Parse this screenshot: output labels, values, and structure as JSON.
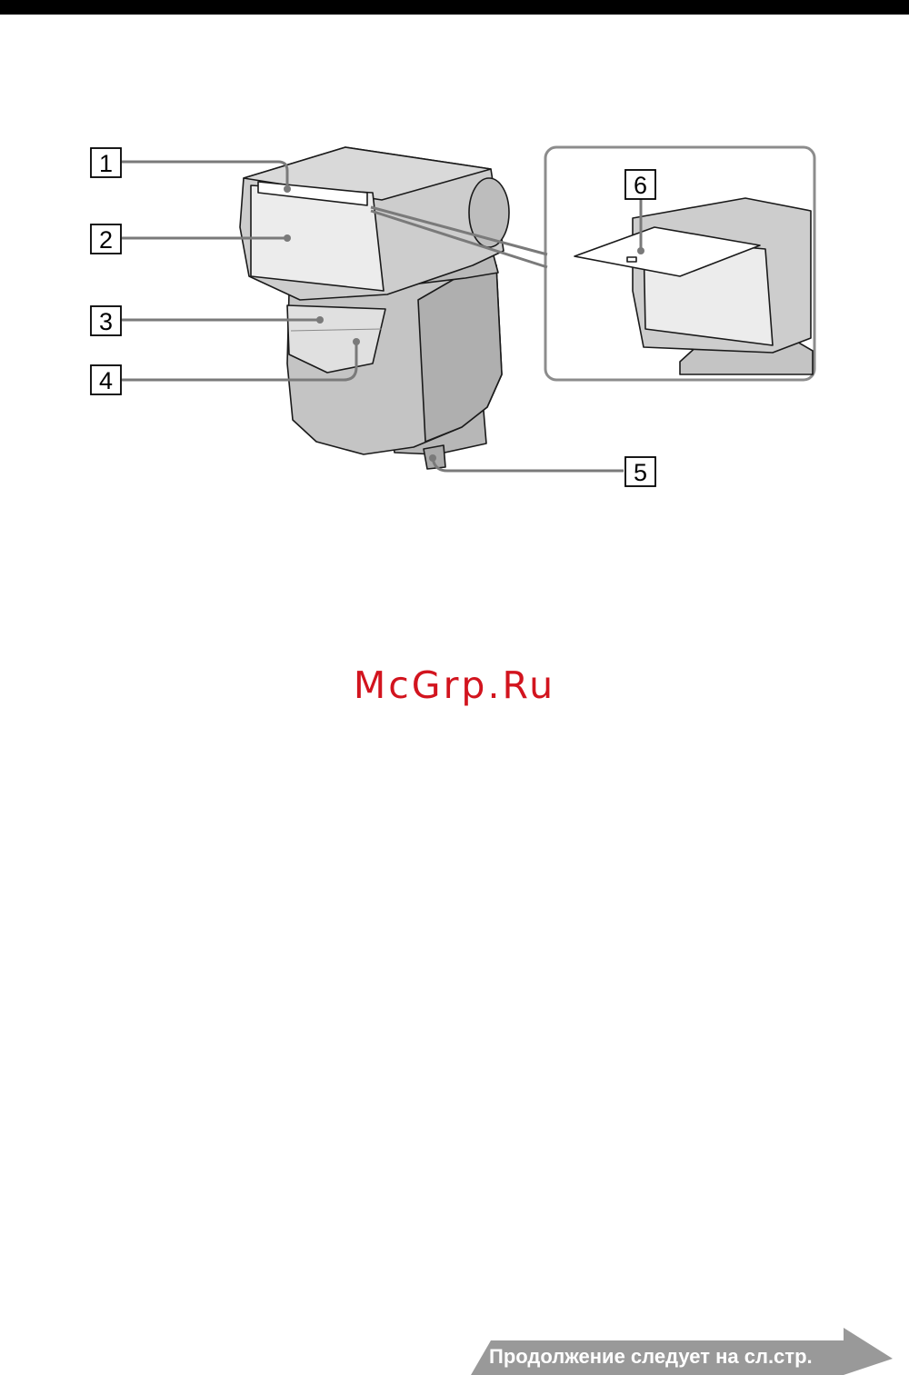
{
  "callouts": [
    "1",
    "2",
    "3",
    "4",
    "5",
    "6"
  ],
  "watermark": "McGrp.Ru",
  "footer": {
    "continue_label": "Продолжение следует на сл.стр."
  },
  "colors": {
    "watermark": "#d2141e",
    "banner": "#999999",
    "device_body": "#c4c4c4"
  }
}
